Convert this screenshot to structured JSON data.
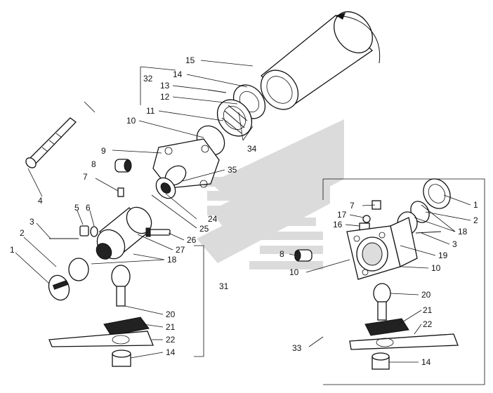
{
  "labels_left": {
    "n15": "15",
    "n14": "14",
    "n13": "13",
    "n12": "12",
    "n32": "32",
    "n11": "11",
    "n10": "10",
    "n9": "9",
    "n8": "8",
    "n34": "34",
    "n35": "35",
    "n7": "7",
    "n4": "4",
    "n5": "5",
    "n6": "6",
    "n3": "3",
    "n2": "2",
    "n1": "1",
    "n24": "24",
    "n25": "25",
    "n26": "26",
    "n27": "27",
    "n18": "18",
    "n31": "31",
    "n20": "20",
    "n21": "21",
    "n22": "22",
    "n14b": "14"
  },
  "labels_right": {
    "n7": "7",
    "n17": "17",
    "n16": "16",
    "n1": "1",
    "n2": "2",
    "n18": "18",
    "n3": "3",
    "n19": "19",
    "n10a": "10",
    "n10b": "10",
    "n8": "8",
    "n20": "20",
    "n21": "21",
    "n22": "22",
    "n33": "33",
    "n14": "14"
  },
  "colors": {
    "ink": "#111111",
    "watermark": "#c9c9c9"
  }
}
